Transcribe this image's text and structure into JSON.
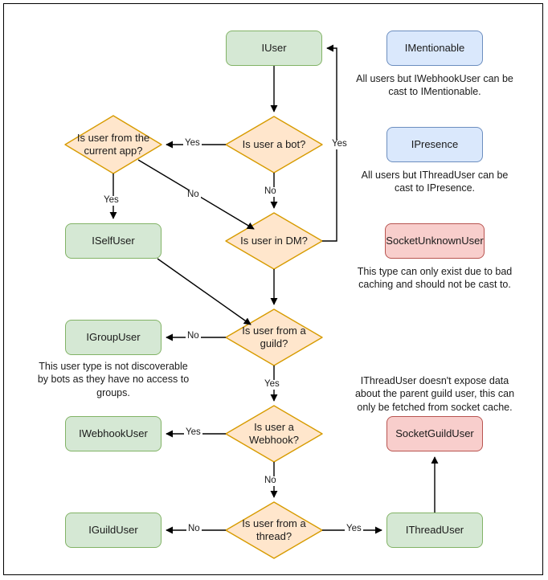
{
  "diagram": {
    "title": "Discord.Net user type decision flowchart",
    "colors": {
      "green_fill": "#d5e8d4",
      "green_stroke": "#82b366",
      "blue_fill": "#dae8fc",
      "blue_stroke": "#6c8ebf",
      "pink_fill": "#f8cecc",
      "pink_stroke": "#b85450",
      "orange_fill": "#ffe6cc",
      "orange_stroke": "#d79b00",
      "edge_stroke": "#000000",
      "frame_stroke": "#000000"
    },
    "nodes": [
      {
        "id": "iuser",
        "label": "IUser",
        "shape": "rect",
        "style": "green"
      },
      {
        "id": "isuserabot",
        "label": "Is user a bot?",
        "shape": "diamond",
        "style": "orange"
      },
      {
        "id": "currentapp",
        "label": "Is user from the current app?",
        "shape": "diamond",
        "style": "orange"
      },
      {
        "id": "iselfuser",
        "label": "ISelfUser",
        "shape": "rect",
        "style": "green"
      },
      {
        "id": "isuserindm",
        "label": "Is user in DM?",
        "shape": "diamond",
        "style": "orange"
      },
      {
        "id": "igroupuser",
        "label": "IGroupUser",
        "shape": "rect",
        "style": "green"
      },
      {
        "id": "fromguild",
        "label": "Is user from a guild?",
        "shape": "diamond",
        "style": "orange"
      },
      {
        "id": "iwebhookuser",
        "label": "IWebhookUser",
        "shape": "rect",
        "style": "green"
      },
      {
        "id": "iswebhook",
        "label": "Is user a Webhook?",
        "shape": "diamond",
        "style": "orange"
      },
      {
        "id": "iguilduser",
        "label": "IGuildUser",
        "shape": "rect",
        "style": "green"
      },
      {
        "id": "fromthread",
        "label": "Is user from a thread?",
        "shape": "diamond",
        "style": "orange"
      },
      {
        "id": "ithreaduser",
        "label": "IThreadUser",
        "shape": "rect",
        "style": "green"
      },
      {
        "id": "imentionable",
        "label": "IMentionable",
        "shape": "rect",
        "style": "blue"
      },
      {
        "id": "ipresence",
        "label": "IPresence",
        "shape": "rect",
        "style": "blue"
      },
      {
        "id": "socketunknownuser",
        "label": "SocketUnknownUser",
        "shape": "rect",
        "style": "pink"
      },
      {
        "id": "socketguilduser",
        "label": "SocketGuildUser",
        "shape": "rect",
        "style": "pink"
      }
    ],
    "edges": [
      {
        "from": "iuser",
        "to": "isuserabot",
        "label": ""
      },
      {
        "from": "isuserabot",
        "to": "currentapp",
        "label": "Yes"
      },
      {
        "from": "isuserabot",
        "to": "isuserindm",
        "label": "No"
      },
      {
        "from": "currentapp",
        "to": "iselfuser",
        "label": "Yes"
      },
      {
        "from": "currentapp",
        "to": "isuserindm",
        "label": "No"
      },
      {
        "from": "isuserindm",
        "to": "iuser",
        "label": "Yes"
      },
      {
        "from": "isuserindm",
        "to": "fromguild",
        "label": ""
      },
      {
        "from": "iselfuser",
        "to": "fromguild",
        "label": ""
      },
      {
        "from": "fromguild",
        "to": "igroupuser",
        "label": "No"
      },
      {
        "from": "fromguild",
        "to": "iswebhook",
        "label": "Yes"
      },
      {
        "from": "iswebhook",
        "to": "iwebhookuser",
        "label": "Yes"
      },
      {
        "from": "iswebhook",
        "to": "fromthread",
        "label": "No"
      },
      {
        "from": "fromthread",
        "to": "iguilduser",
        "label": "No"
      },
      {
        "from": "fromthread",
        "to": "ithreaduser",
        "label": "Yes"
      },
      {
        "from": "ithreaduser",
        "to": "socketguilduser",
        "label": ""
      }
    ],
    "notes": [
      {
        "id": "note-imentionable",
        "text": "All users but IWebhookUser can be cast to IMentionable."
      },
      {
        "id": "note-ipresence",
        "text": "All users but IThreadUser can be cast to IPresence."
      },
      {
        "id": "note-socketunknownuser",
        "text": "This type can only exist due to bad caching and should not be cast to."
      },
      {
        "id": "note-igroupuser",
        "text": "This user type is not discoverable by bots as they have no access to groups."
      },
      {
        "id": "note-socketguilduser",
        "text": "IThreadUser doesn't expose data about the parent guild user, this can only be fetched from socket cache."
      }
    ],
    "edge_labels": {
      "bot_yes": "Yes",
      "bot_no": "No",
      "currentapp_yes": "Yes",
      "currentapp_no": "No",
      "dm_yes": "Yes",
      "guild_no": "No",
      "guild_yes": "Yes",
      "webhook_yes": "Yes",
      "webhook_no": "No",
      "thread_no": "No",
      "thread_yes": "Yes"
    }
  }
}
